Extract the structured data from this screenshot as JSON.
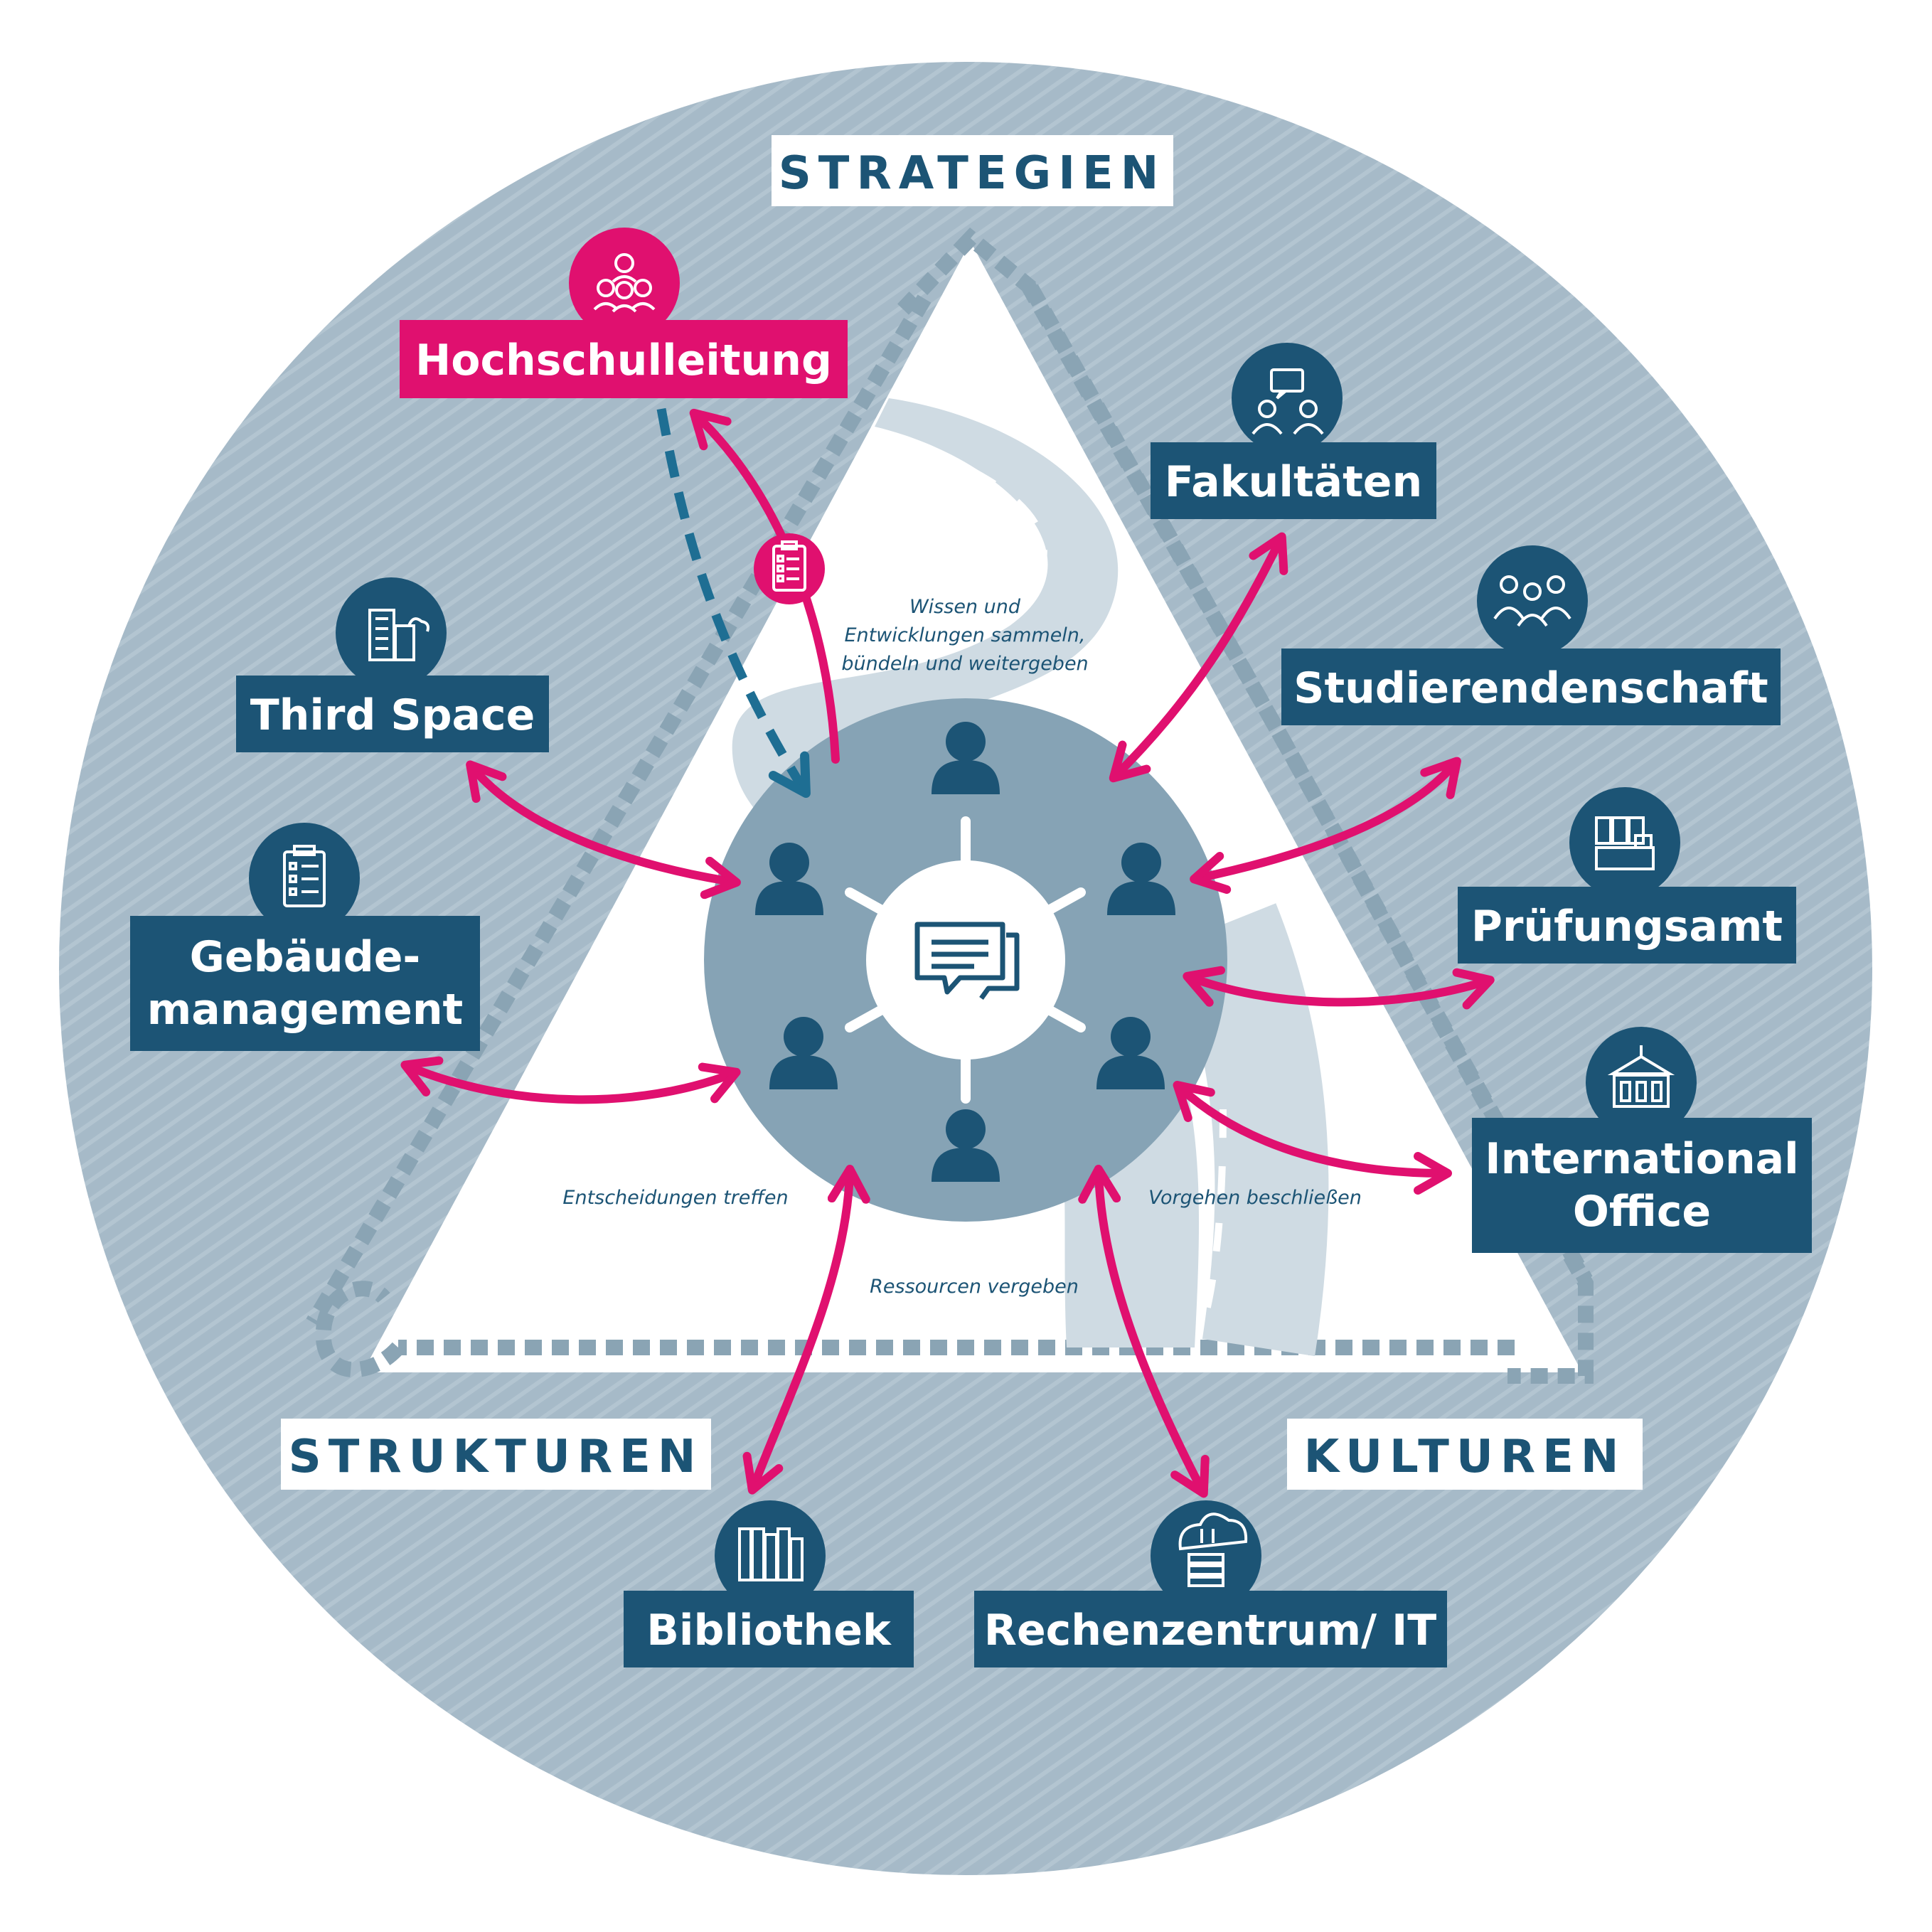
{
  "corners": {
    "top": "STRATEGIEN",
    "bottom_left": "STRUKTUREN",
    "bottom_right": "KULTUREN"
  },
  "nodes": {
    "hochschulleitung": "Hochschulleitung",
    "fakultaeten": "Fakultäten",
    "third_space": "Third Space",
    "studierendenschaft": "Studierendenschaft",
    "gebaeude_line1": "Gebäude-",
    "gebaeude_line2": "management",
    "pruefungsamt": "Prüfungsamt",
    "international_line1": "International",
    "international_line2": "Office",
    "bibliothek": "Bibliothek",
    "rechenzentrum": "Rechenzentrum/ IT"
  },
  "annotations": {
    "wissen_line1": "Wissen und",
    "wissen_line2": "Entwicklungen sammeln,",
    "wissen_line3": "bündeln und weitergeben",
    "entscheidungen": "Entscheidungen treffen",
    "vorgehen": "Vorgehen beschließen",
    "ressourcen": "Ressourcen vergeben"
  },
  "colors": {
    "navy": "#1c5475",
    "magenta": "#e0106f",
    "circle_bg": "#a5b9c7",
    "hub": "#86a3b5",
    "road": "#cfdbe3",
    "dashed_border": "#8aa4b4"
  },
  "icons": {
    "hochschulleitung": "leadership-group-icon",
    "fakultaeten": "conversation-people-icon",
    "third_space": "buildings-icon",
    "studierendenschaft": "student-group-icon",
    "gebaeude": "clipboard-checklist-icon",
    "pruefungsamt": "office-archive-icon",
    "international": "university-building-icon",
    "bibliothek": "books-icon",
    "rechenzentrum": "cloud-server-icon",
    "hub_center": "chat-bubbles-icon",
    "checklist": "clipboard-checklist-icon"
  }
}
